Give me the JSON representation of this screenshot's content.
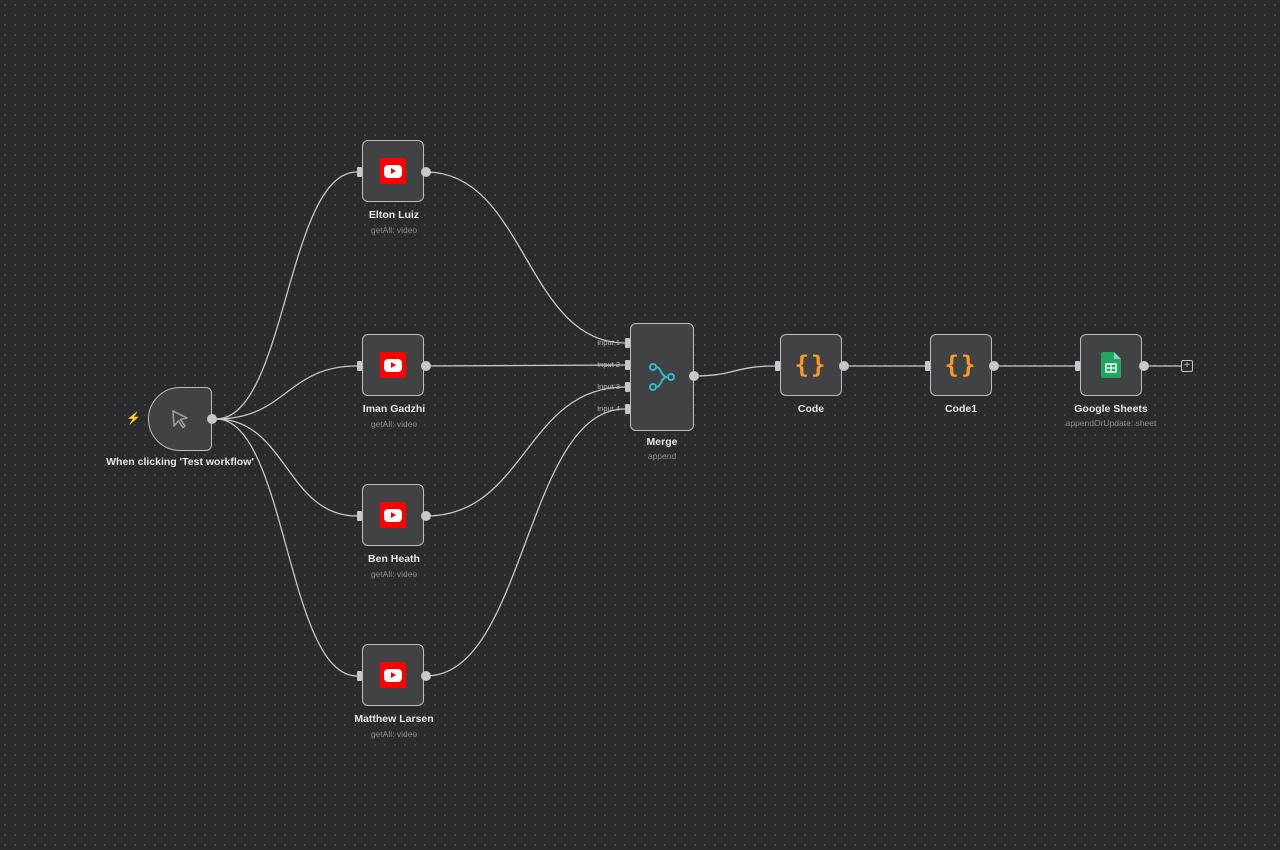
{
  "trigger": {
    "label": "When clicking 'Test workflow'",
    "icon": "cursor-icon"
  },
  "youtube_nodes": [
    {
      "label": "Elton Luiz",
      "sub": "getAll: video"
    },
    {
      "label": "Iman Gadzhi",
      "sub": "getAll: video"
    },
    {
      "label": "Ben Heath",
      "sub": "getAll: video"
    },
    {
      "label": "Matthew Larsen",
      "sub": "getAll: video"
    }
  ],
  "merge": {
    "label": "Merge",
    "sub": "append",
    "inputs": [
      "Input 1",
      "Input 2",
      "Input 3",
      "Input 4"
    ]
  },
  "code": {
    "label": "Code"
  },
  "code1": {
    "label": "Code1"
  },
  "sheets": {
    "label": "Google Sheets",
    "sub": "appendOrUpdate: sheet"
  },
  "add_node": "+",
  "colors": {
    "youtube": "#ff0000",
    "code": "#ff9922",
    "merge": "#35b8c8",
    "sheets": "#21a464",
    "trigger_bolt": "#ff5a4a"
  }
}
